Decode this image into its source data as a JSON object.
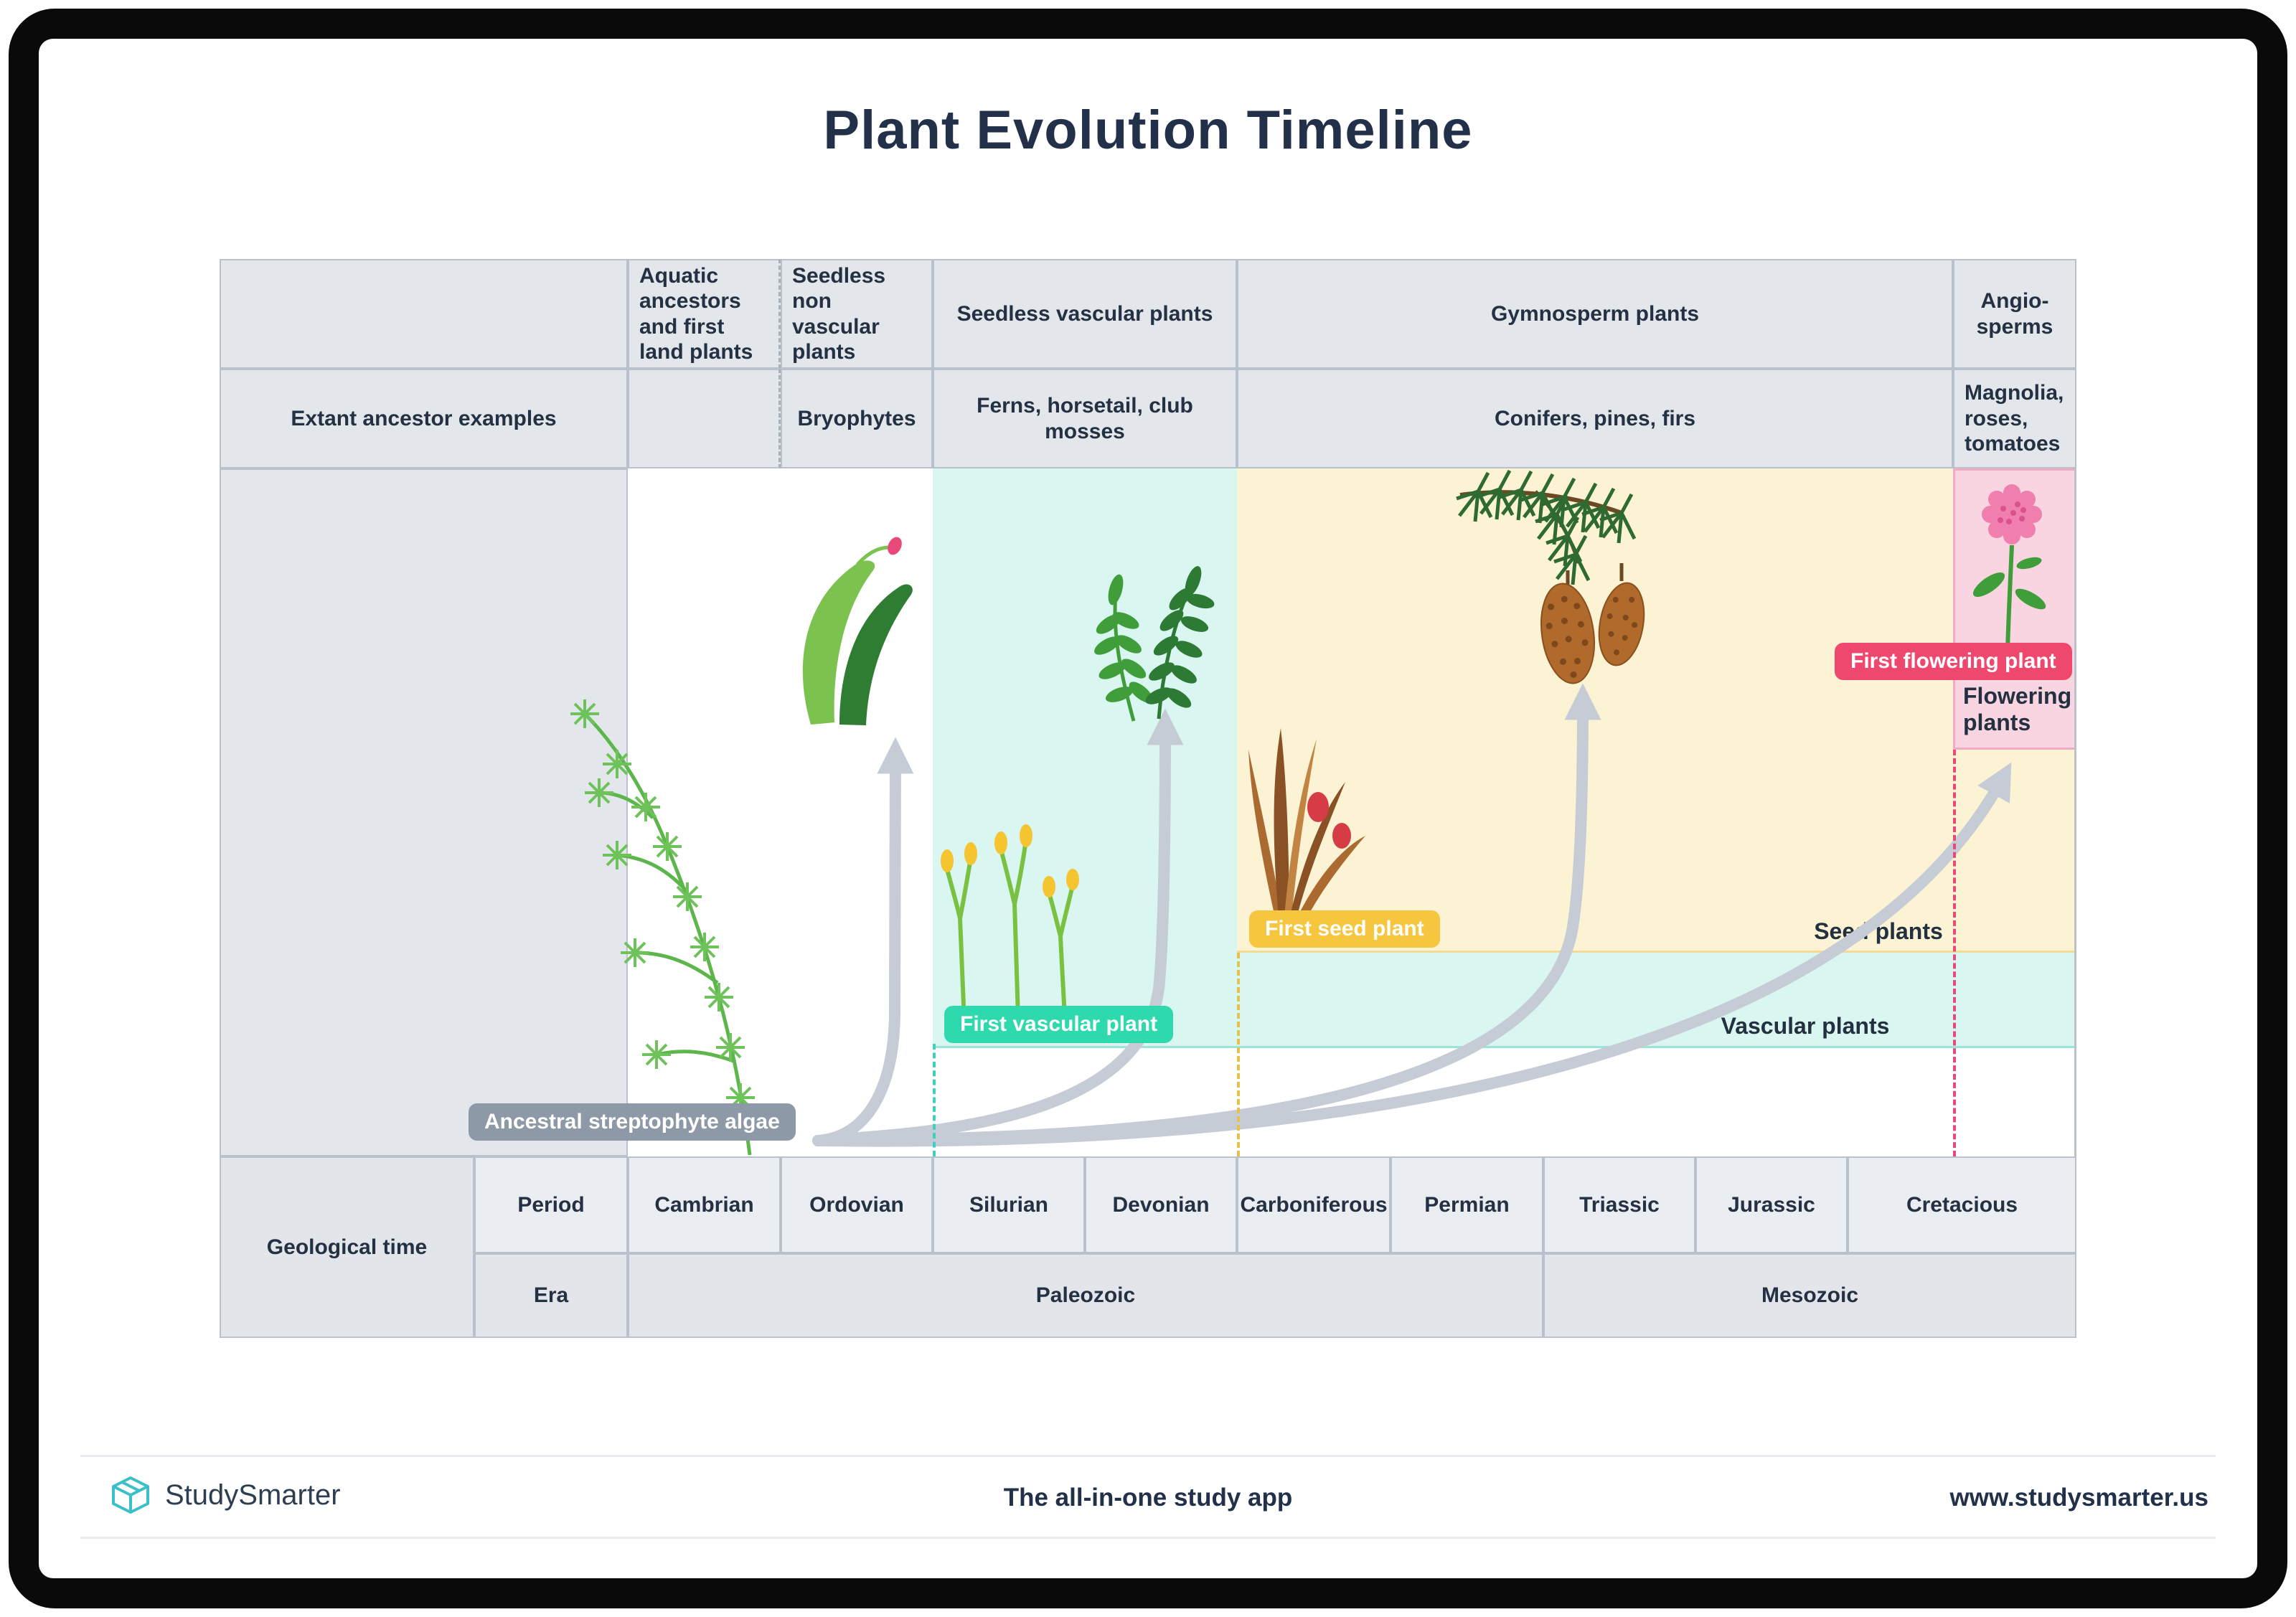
{
  "title": "Plant Evolution Timeline",
  "columns": {
    "aquatic": "Aquatic ancestors and first land plants",
    "seedless_nonvascular": "Seedless non vascular plants",
    "seedless_vascular": "Seedless vascular plants",
    "gymnosperm": "Gymnosperm plants",
    "angiosperms": "Angio-sperms"
  },
  "ancestors": {
    "row_label": "Extant ancestor examples",
    "bryophytes": "Bryophytes",
    "seedless_vascular": "Ferns, horsetail, club mosses",
    "gymnosperm": "Conifers, pines, firs",
    "angiosperms": "Magnolia, roses, tomatoes"
  },
  "chart": {
    "badge_algae": "Ancestral streptophyte algae",
    "badge_vascular": "First vascular plant",
    "badge_seed": "First seed plant",
    "badge_flowering": "First flowering plant",
    "region_vascular": "Vascular plants",
    "region_seed": "Seed plants",
    "region_flowering": "Flowering plants"
  },
  "timeline": {
    "group_label": "Geological time",
    "period_label": "Period",
    "era_label": "Era",
    "periods": [
      "Cambrian",
      "Ordovian",
      "Silurian",
      "Devonian",
      "Carboniferous",
      "Permian",
      "Triassic",
      "Jurassic",
      "Cretacious"
    ],
    "eras": [
      "Paleozoic",
      "Mesozoic"
    ]
  },
  "footer": {
    "brand": "StudySmarter",
    "tagline": "The all-in-one study app",
    "url": "www.studysmarter.us"
  },
  "colors": {
    "accent_teal": "#2ed9ae",
    "accent_yellow": "#f6c63e",
    "accent_pink": "#ef486f",
    "accent_gray": "#8d99a6",
    "region_cyan": "#d9f6f1",
    "region_yellow": "#fcf3d5",
    "region_pink": "#f9d4e1",
    "header_gray": "#e3e7ec"
  },
  "icons": {
    "logo": "studysmarter-box-logo"
  }
}
